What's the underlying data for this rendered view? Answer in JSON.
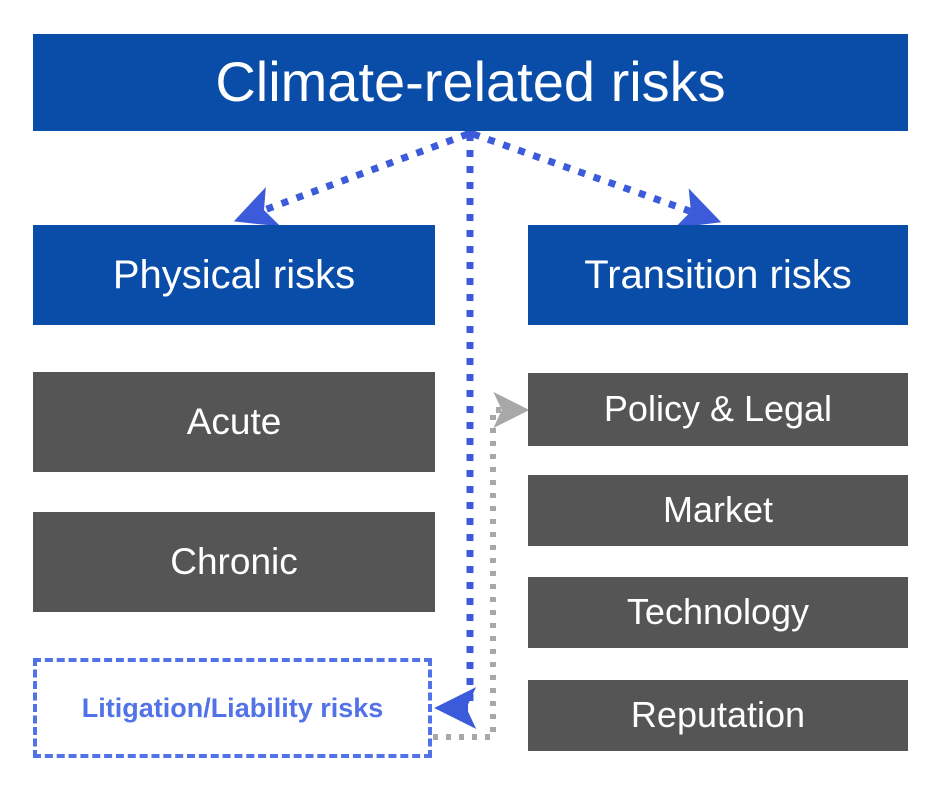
{
  "diagram": {
    "type": "hierarchy-tree",
    "title": "Climate-related risks",
    "background_color": "#FFFFFF",
    "colors": {
      "primary_blue": "#0A4DA8",
      "box_gray": "#555555",
      "accent_blue": "#5272E8",
      "connector_gray": "#B4B4B4",
      "text_light": "#FFFFFF"
    },
    "root": {
      "label": "Climate-related risks"
    },
    "branches": [
      {
        "id": "physical",
        "label": "Physical risks",
        "style": "blue",
        "children": [
          {
            "id": "acute",
            "label": "Acute",
            "style": "gray"
          },
          {
            "id": "chronic",
            "label": "Chronic",
            "style": "gray"
          }
        ]
      },
      {
        "id": "transition",
        "label": "Transition risks",
        "style": "blue",
        "children": [
          {
            "id": "policy",
            "label": "Policy & Legal",
            "style": "gray"
          },
          {
            "id": "market",
            "label": "Market",
            "style": "gray"
          },
          {
            "id": "technology",
            "label": "Technology",
            "style": "gray"
          },
          {
            "id": "reputation",
            "label": "Reputation",
            "style": "gray"
          }
        ]
      }
    ],
    "highlight_node": {
      "id": "litigation",
      "label": "Litigation/Liability risks",
      "line1": "Litigation/Liability",
      "line2": "risks",
      "style": "dashed-blue-outline"
    },
    "connectors": [
      {
        "id": "root-to-physical",
        "from": "root",
        "to": "physical",
        "style": "dotted",
        "color": "#3B5BDB",
        "arrow": "end"
      },
      {
        "id": "root-to-transition",
        "from": "root",
        "to": "transition",
        "style": "dotted",
        "color": "#3B5BDB",
        "arrow": "end"
      },
      {
        "id": "root-to-litigation",
        "from": "root",
        "to": "litigation",
        "style": "dotted",
        "color": "#3B5BDB",
        "arrow": "end"
      },
      {
        "id": "litigation-to-policy",
        "from": "litigation",
        "to": "policy",
        "style": "dotted",
        "color": "#B4B4B4",
        "arrow": "end"
      }
    ]
  }
}
